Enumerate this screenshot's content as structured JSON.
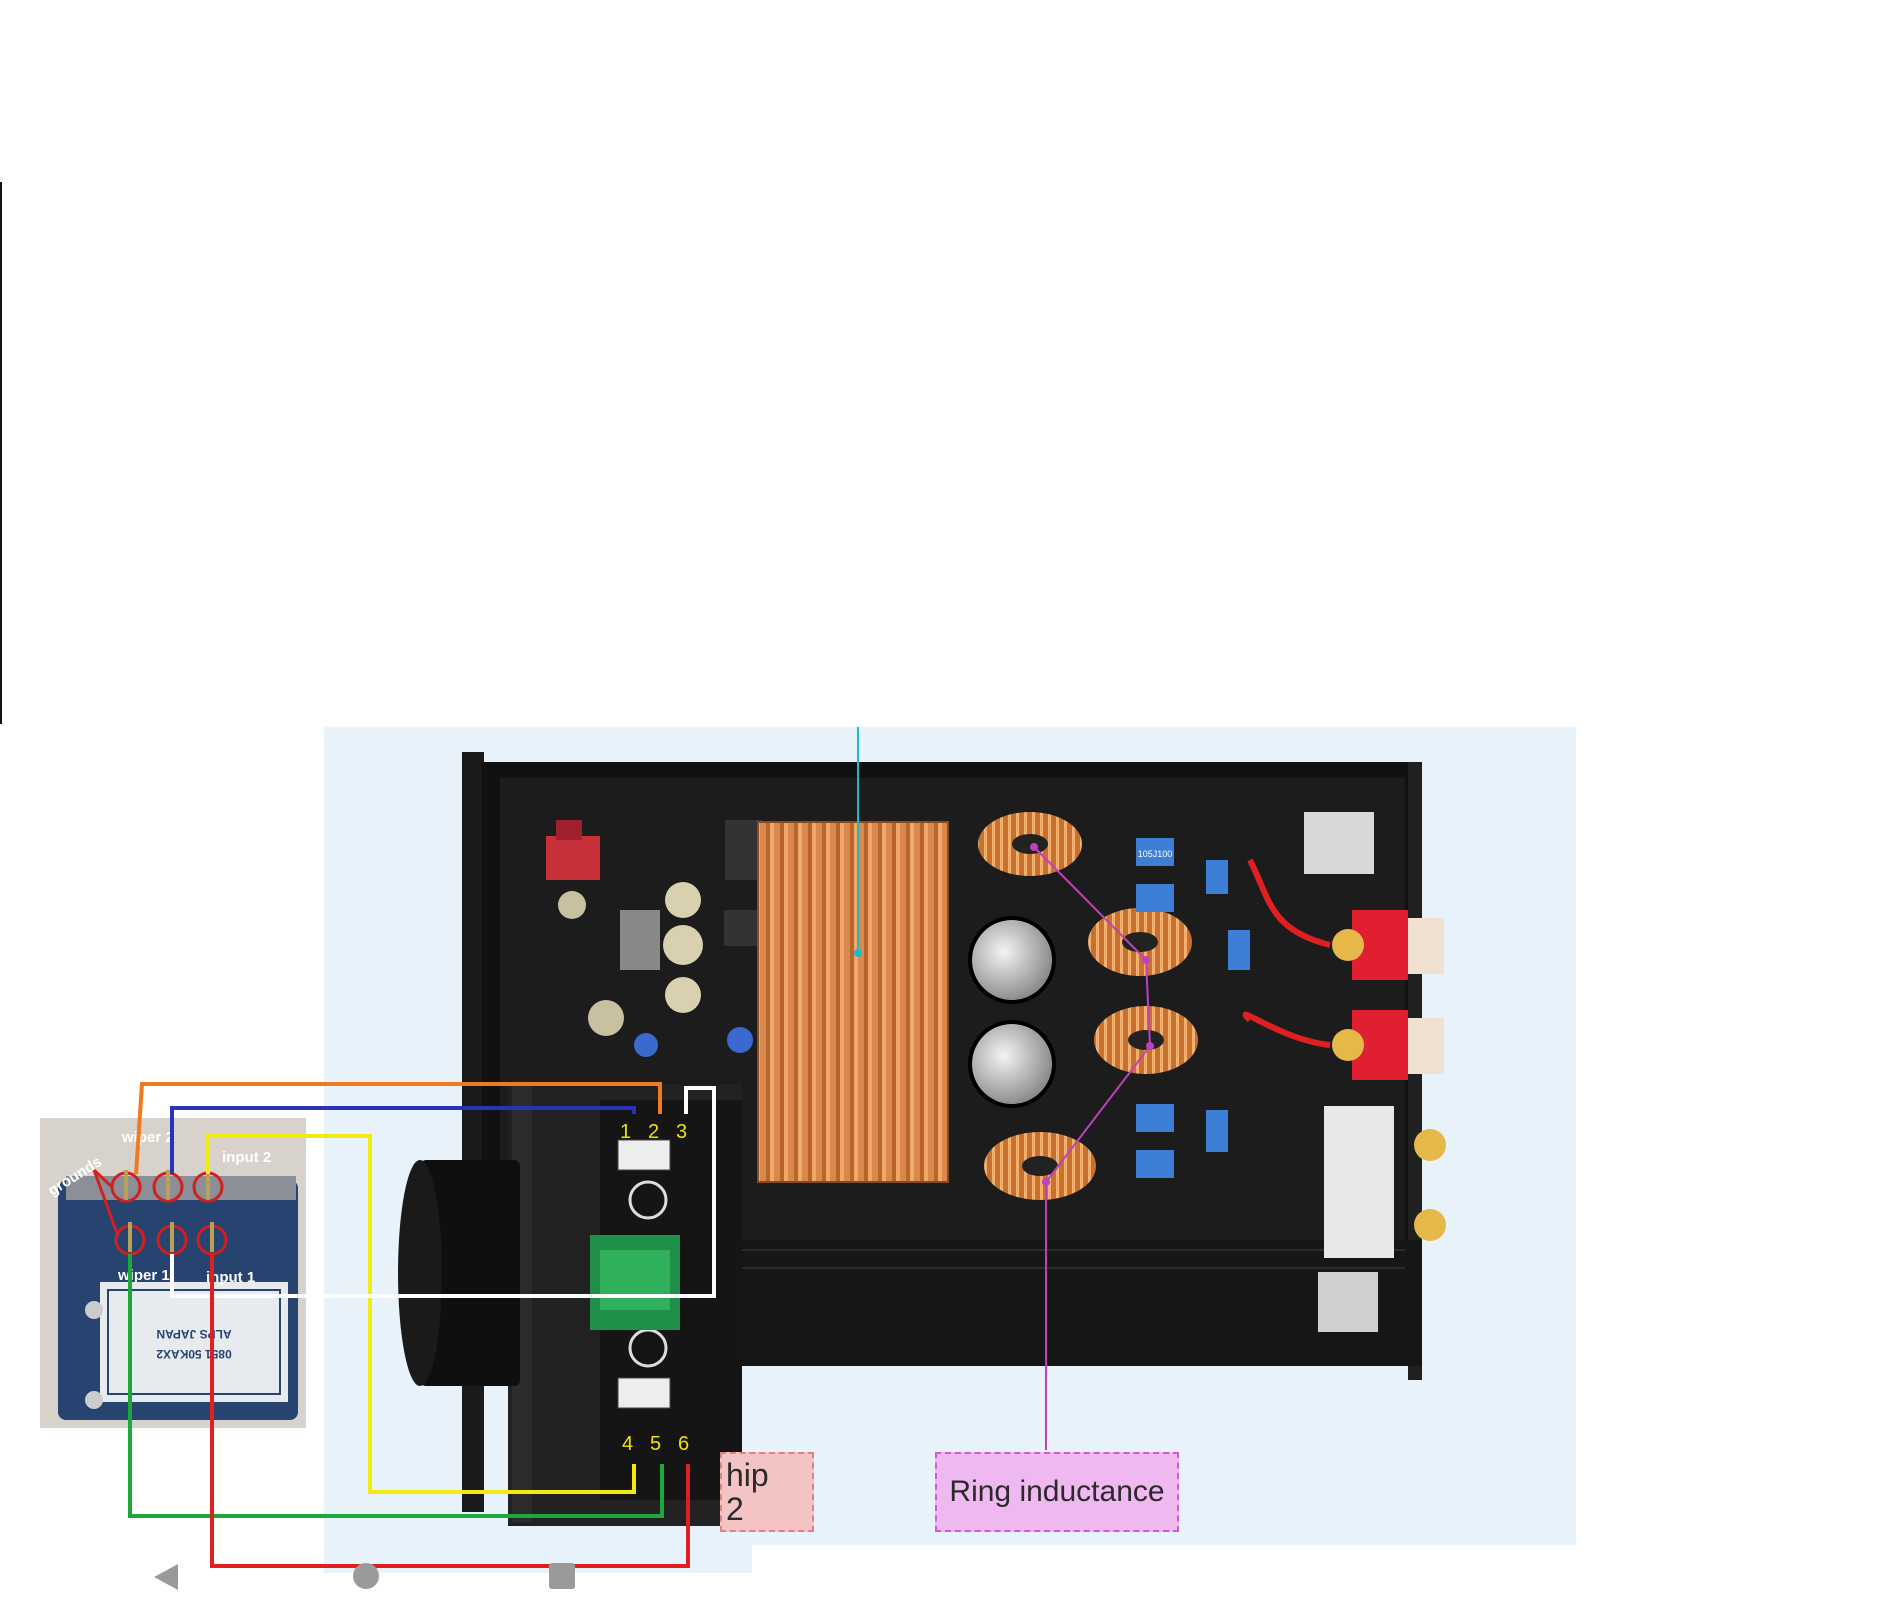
{
  "pot_labels": {
    "grounds": "grounds",
    "wiper2": "wiper 2",
    "input2": "input 2",
    "wiper1": "wiper 1",
    "input1": "input 1"
  },
  "pot_sticker": [
    "ALPS JAPAN",
    "0851  50KAX2"
  ],
  "pin_numbers": [
    "1",
    "2",
    "3",
    "4",
    "5",
    "6"
  ],
  "callouts": {
    "ring_inductance": "Ring inductance",
    "chip_partial": "hip\n2"
  },
  "capacitor_marking": "105J100",
  "colors": {
    "orange": "#f07a20",
    "blue": "#2833b8",
    "yellow": "#f2ea10",
    "white": "#ffffff",
    "green": "#1fa83a",
    "red": "#e02020",
    "magenta_leader": "#c040c0",
    "cyan_leader": "#20b8c8",
    "pin_label": "#f2e200"
  },
  "nav": {
    "back": "back-icon",
    "home": "home-icon",
    "recent": "recent-apps-icon"
  }
}
